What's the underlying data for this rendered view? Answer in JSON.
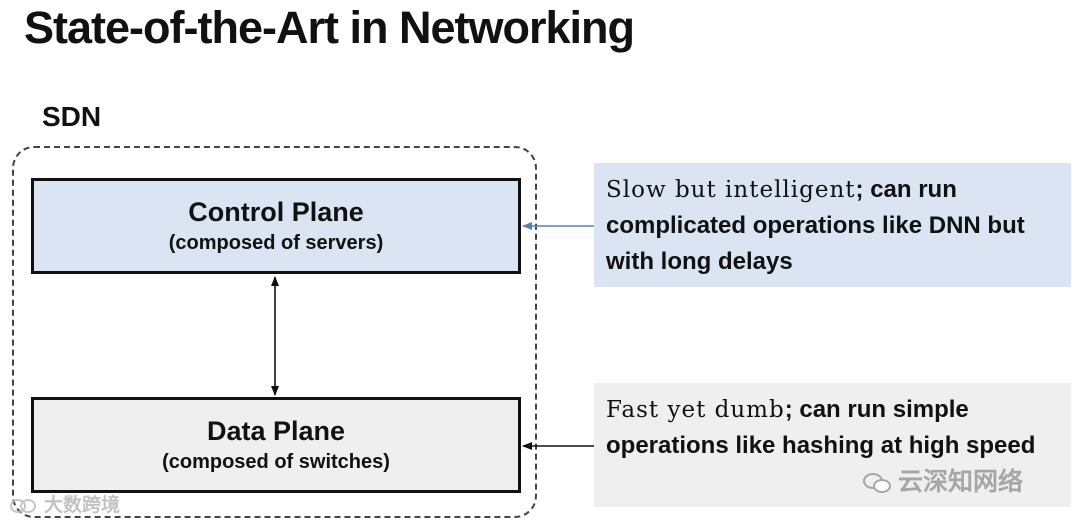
{
  "title": "State-of-the-Art in Networking",
  "sdn": {
    "label": "SDN"
  },
  "control_plane": {
    "title": "Control Plane",
    "subtitle": "(composed of servers)",
    "fill": "#dbe4f3"
  },
  "data_plane": {
    "title": "Data Plane",
    "subtitle": "(composed of switches)",
    "fill": "#efefef"
  },
  "notes": {
    "slow": {
      "lead": "Slow but intelligent",
      "rest": "; can run complicated operations like DNN but with long delays",
      "fill": "#dbe4f3",
      "arrow_color": "#5b7fb8"
    },
    "fast": {
      "lead": "Fast yet dumb",
      "rest": "; can run simple operations like hashing at high speed",
      "fill": "#efefef",
      "arrow_color": "#111111"
    }
  },
  "watermarks": {
    "left": "大数跨境",
    "right": "云深知网络"
  },
  "icons": {
    "left_watermark": "loop-logo-icon",
    "right_watermark": "wechat-icon"
  }
}
